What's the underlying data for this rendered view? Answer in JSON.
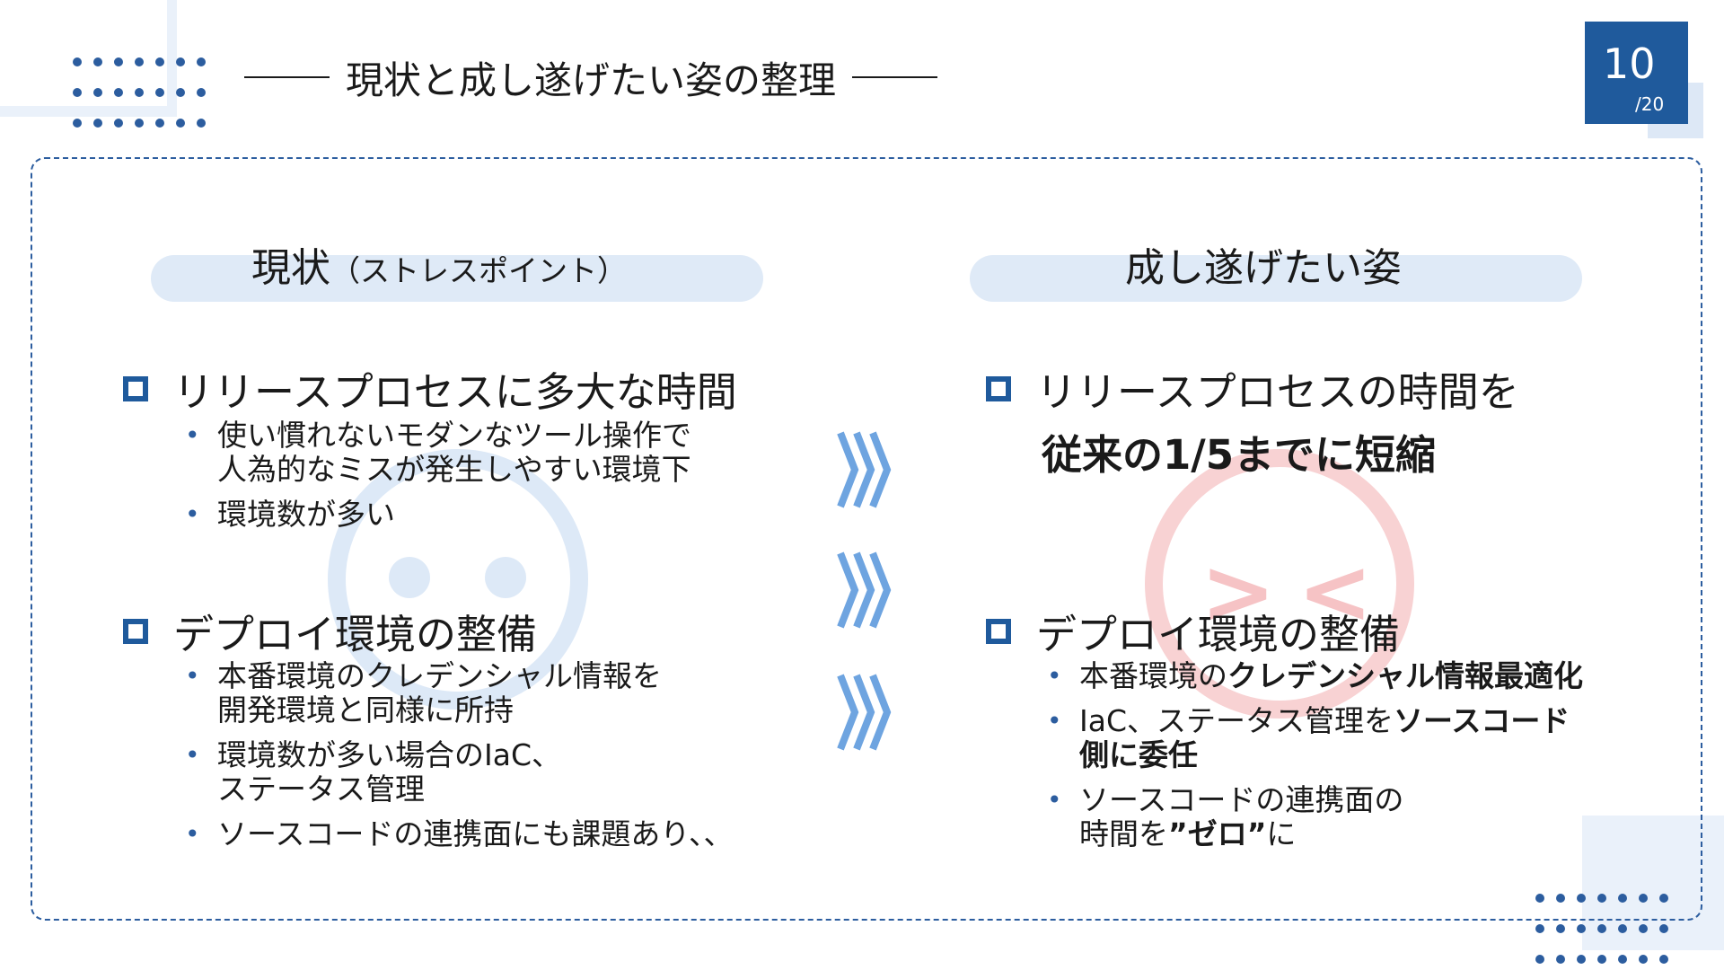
{
  "header": {
    "title": "現状と成し遂げたい姿の整理"
  },
  "page": {
    "number": "10",
    "total": "/20"
  },
  "left": {
    "heading": "現状",
    "heading_sub": "（ストレスポイント）",
    "sections": [
      {
        "title": "リリースプロセスに多大な時間",
        "items": [
          "使い慣れないモダンなツール操作で\n人為的なミスが発生しやすい環境下",
          "環境数が多い"
        ]
      },
      {
        "title": "デプロイ環境の整備",
        "items": [
          "本番環境のクレデンシャル情報を\n開発環境と同様に所持",
          "環境数が多い場合のIaC、\nステータス管理",
          "ソースコードの連携面にも課題あり、、"
        ]
      }
    ]
  },
  "right": {
    "heading": "成し遂げたい姿",
    "sections": [
      {
        "title": "リリースプロセスの時間を",
        "emphasis": "従来の1/5までに短縮"
      },
      {
        "title": "デプロイ環境の整備",
        "items": [
          {
            "pre": "本番環境の",
            "bold": "クレデンシャル情報最適化",
            "post": ""
          },
          {
            "pre": "IaC、ステータス管理を",
            "bold": "ソースコード\n側に委任",
            "post": ""
          },
          {
            "pre": "ソースコードの連携面の\n時間を",
            "bold": "”ゼロ”",
            "post": "に"
          }
        ]
      }
    ]
  },
  "decor": {
    "sad_face_icon": "sad-face-icon",
    "happy_face_icon": "happy-face-icon",
    "happy_face_marks": [
      "&gt;",
      "&lt;"
    ],
    "arrow_icon": "triple-chevron-icon"
  },
  "colors": {
    "accent": "#1f5a9c",
    "pill": "#dfeaf7",
    "chevron": "#6ea4e0",
    "sad_face": "#dde9f7",
    "happy_face": "#f8d2d3"
  }
}
